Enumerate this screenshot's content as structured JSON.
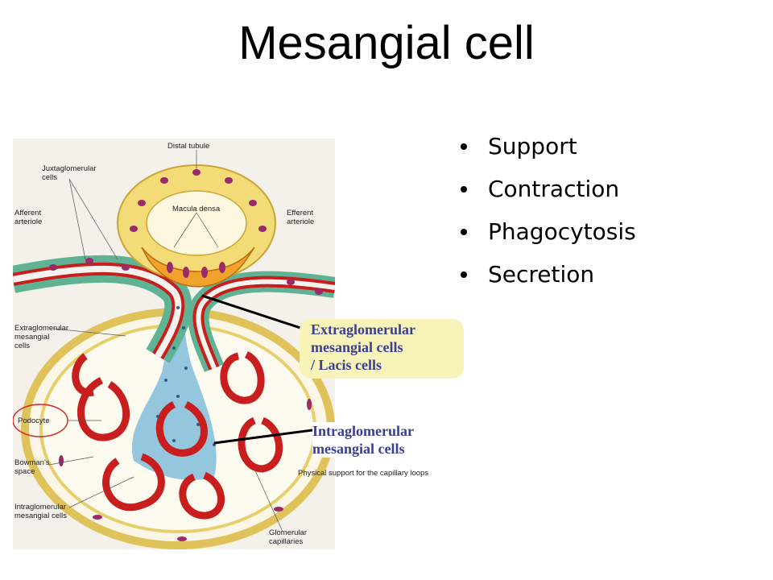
{
  "slide": {
    "title": "Mesangial cell",
    "bullets": [
      "Support",
      "Contraction",
      "Phagocytosis",
      "Secretion"
    ]
  },
  "diagram": {
    "labels": {
      "distal_tubule": "Distal tubule",
      "juxtaglomerular_line1": "Juxtaglomerular",
      "juxtaglomerular_line2": "cells",
      "afferent_line1": "Afferent",
      "afferent_line2": "arteriole",
      "macula_densa": "Macula densa",
      "efferent_line1": "Efferent",
      "efferent_line2": "arteriole",
      "extraglomerular_line1": "Extraglomerular",
      "extraglomerular_line2": "mesangial",
      "extraglomerular_line3": "cells",
      "podocyte": "Podocyte",
      "bowmans_line1": "Bowman's",
      "bowmans_line2": "space",
      "intraglomerular_line1": "Intraglomerular",
      "intraglomerular_line2": "mesangial cells",
      "glomerular_line1": "Glomerular",
      "glomerular_line2": "capillaries"
    },
    "callouts": {
      "extra_line1": "Extraglomerular",
      "extra_line2": "mesangial cells",
      "extra_line3": "/ Lacis cells",
      "intra_line1": "Intraglomerular",
      "intra_line2": "mesangial cells",
      "support_note": "Physical support for the capillary loops"
    },
    "colors": {
      "tubule_cell": "#f3dc78",
      "macula_cell": "#f0a22c",
      "nucleus": "#9a2a6a",
      "vessel_wall": "#c81e1e",
      "jg_cell": "#5fb394",
      "mesangium": "#88c0dc",
      "capsule": "#f3dc78",
      "background": "#f4f0ea",
      "podocyte_circle": "#d62a2a"
    }
  }
}
